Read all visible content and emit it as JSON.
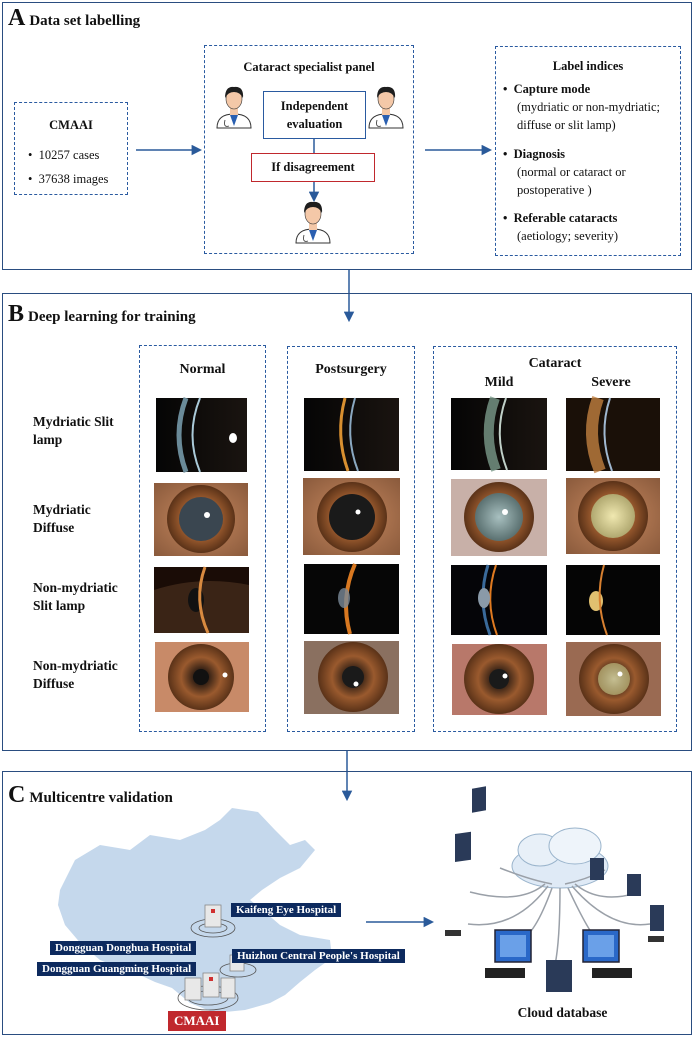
{
  "panel_a": {
    "letter": "A",
    "title": "Data set labelling",
    "cmaai": {
      "title": "CMAAI",
      "items": [
        "10257 cases",
        "37638 images"
      ]
    },
    "specialist_panel": {
      "title": "Cataract specialist panel",
      "independent": "Independent evaluation",
      "disagreement": "If disagreement"
    },
    "label_indices": {
      "title": "Label indices",
      "items": [
        {
          "head": "Capture mode",
          "detail": "(mydriatic or non-mydriatic; diffuse or slit lamp)"
        },
        {
          "head": "Diagnosis",
          "detail": "(normal or cataract or postoperative )"
        },
        {
          "head": "Referable cataracts",
          "detail": "(aetiology; severity)"
        }
      ]
    }
  },
  "panel_b": {
    "letter": "B",
    "title": "Deep learning for training",
    "columns": {
      "normal": "Normal",
      "postsurgery": "Postsurgery",
      "cataract": "Cataract",
      "mild": "Mild",
      "severe": "Severe"
    },
    "rows": [
      "Mydriatic Slit lamp",
      "Mydriatic Diffuse",
      "Non-mydriatic Slit lamp",
      "Non-mydriatic Diffuse"
    ]
  },
  "panel_c": {
    "letter": "C",
    "title": "Multicentre validation",
    "hospitals": [
      "Kaifeng Eye Hospital",
      "Dongguan Donghua Hospital",
      "Dongguan Guangming Hospital",
      "Huizhou Central People's Hospital"
    ],
    "cmaai_badge": "CMAAI",
    "cloud_label": "Cloud database"
  },
  "colors": {
    "frame": "#2a4d80",
    "dash": "#2a5aa0",
    "red": "#c0282d",
    "navy": "#0d2a5e",
    "map": "#c5d8ec"
  }
}
